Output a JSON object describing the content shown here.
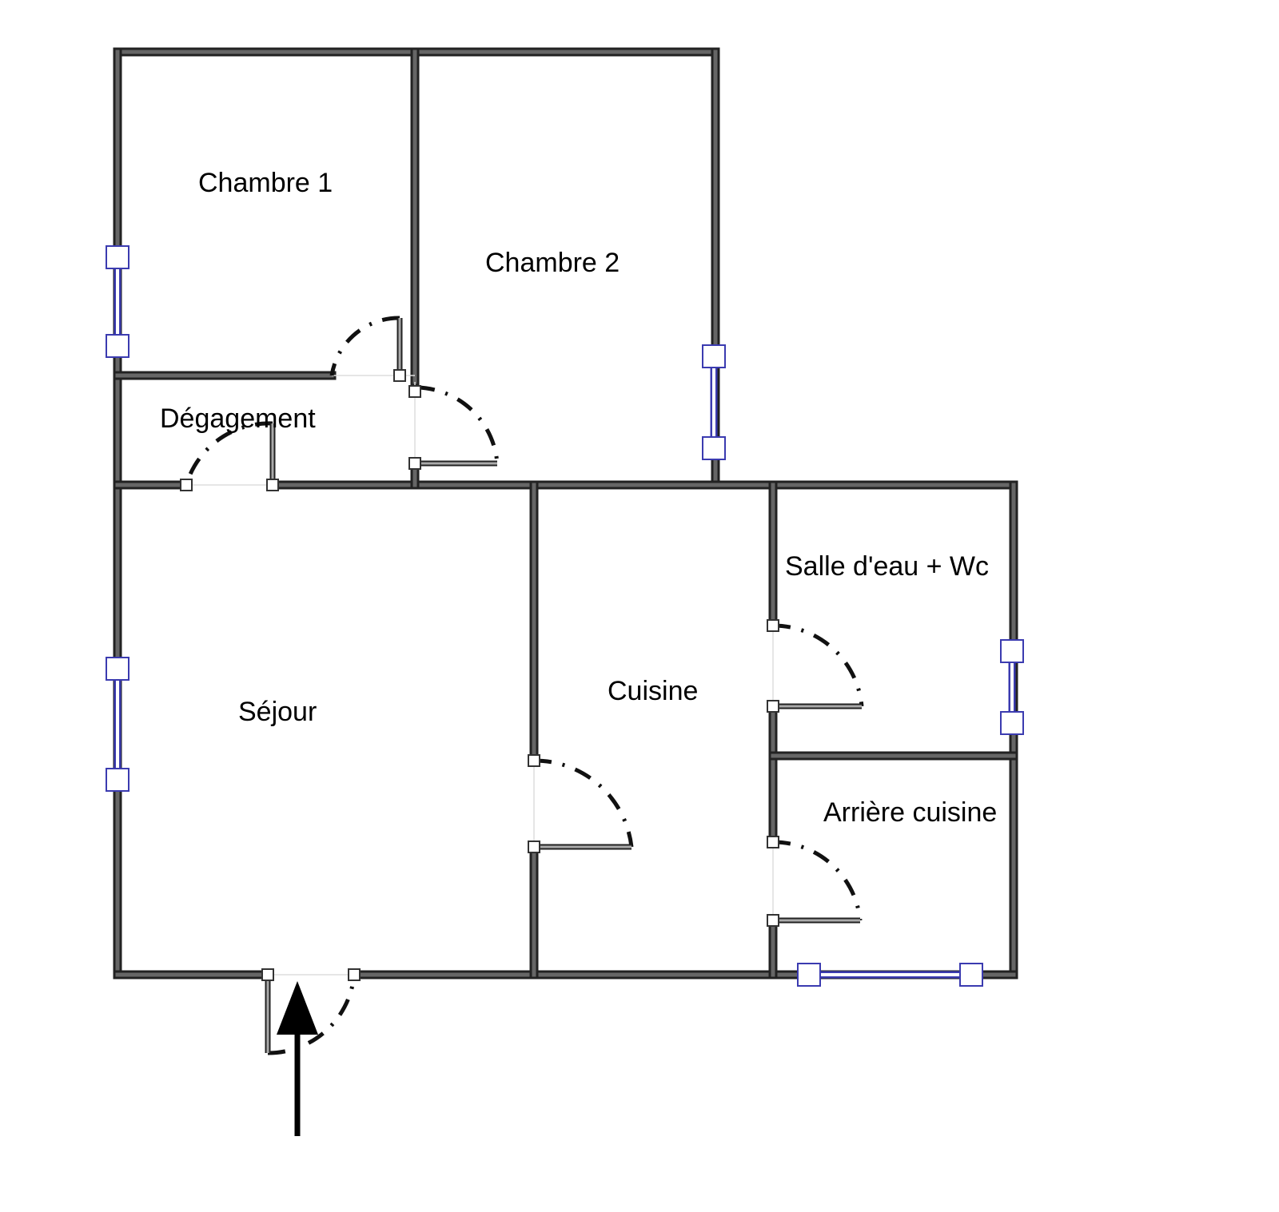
{
  "rooms": {
    "chambre1": "Chambre 1",
    "chambre2": "Chambre 2",
    "degagement": "Dégagement",
    "sejour": "Séjour",
    "cuisine": "Cuisine",
    "salle_eau": "Salle d'eau + Wc",
    "arriere_cuisine": "Arrière cuisine"
  },
  "colors": {
    "wall": "#222222",
    "window": "#3b3bb0"
  }
}
